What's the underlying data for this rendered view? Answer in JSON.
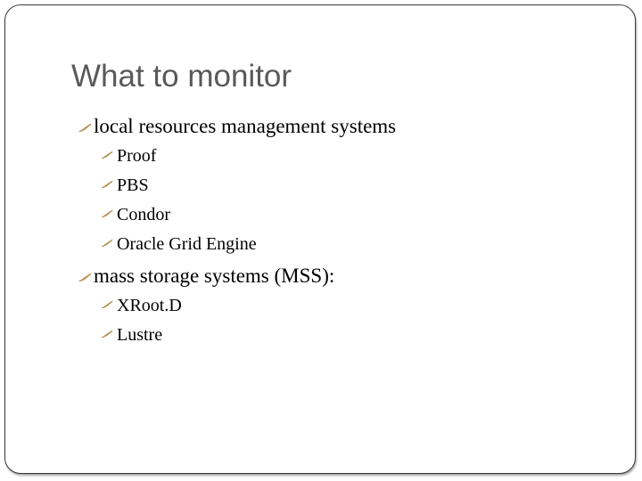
{
  "slide": {
    "title": "What to monitor",
    "accent_color": "#c9a56b",
    "bullet_icon": "wing-bullet-icon",
    "sections": [
      {
        "label": "local resources management systems",
        "items": [
          "Proof",
          "PBS",
          "Condor",
          "Oracle Grid Engine"
        ]
      },
      {
        "label": "mass storage systems (MSS):",
        "items": [
          "XRoot.D",
          "Lustre"
        ]
      }
    ]
  }
}
